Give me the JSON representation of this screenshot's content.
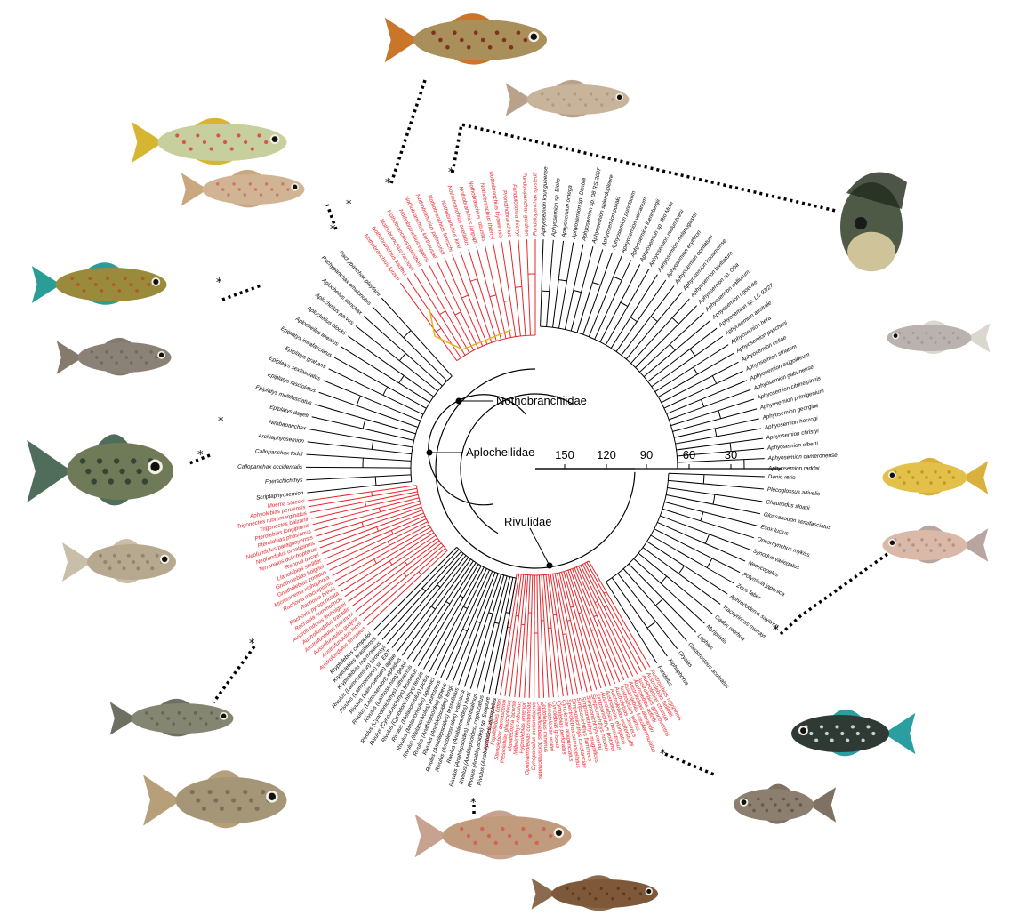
{
  "colors": {
    "annual": "#e8262b",
    "nonannual": "#000000",
    "intermediate": "#e8b20e",
    "leader": "#000000"
  },
  "scale": {
    "ticks": [
      "150",
      "120",
      "90",
      "60",
      "30"
    ]
  },
  "clades": {
    "nothobranchiidae": "Nothobranchiidae",
    "aplocheilidae": "Aplocheilidae",
    "rivulidae": "Rivulidae"
  },
  "outgroups": [
    "Danio rerio",
    "Plecoglossus altivelis",
    "Chauliodus sloani",
    "Glossanodon semifasciatus",
    "Esox lucius",
    "Oncorhynchus mykiss",
    "Synodus variegatus",
    "Neoscopelus",
    "Polymixia japonica",
    "Zeus faber",
    "Aphredoderus sayanus",
    "Trachyrincus murrayi",
    "Gadus morhua",
    "Myripristis",
    "Lophius",
    "Gasterosteus aculeatus",
    "Oryzias",
    "Xiphophorus",
    "Fundulus"
  ],
  "aphyosemion_taxa": [
    "Aphyosemion koungueense",
    "Aphyosemion sp. Bioko",
    "Aphyosemion omega",
    "Aphyosemion sp. Dimbia",
    "Aphyosemion sp. 08 RS-2007",
    "Aphyosemion splendopleure",
    "Aphyosemion poliaki",
    "Aphyosemion punctatum",
    "Aphyosemion volcanum",
    "Aphyosemion loennbergii",
    "Aphyosemion sp. Rio Muni",
    "Aphyosemion malumbresi",
    "Aphyosemion melanogaster",
    "Aphyosemion erythron",
    "Aphyosemion ocellatum",
    "Aphyosemion kouamense",
    "Aphyosemion bivittatum",
    "Aphyosemion sp. Oba",
    "Aphyosemion calliurum",
    "Aphyosemion ogoense",
    "Aphyosemion sp. LC 93/27",
    "Aphyosemion australe",
    "Aphyosemion hera",
    "Aphyosemion pascheni",
    "Aphyosemion celiae",
    "Aphyosemion striatum",
    "Aphyosemion exigoideum",
    "Aphyosemion gabunense",
    "Aphyosemion citrineipinnis",
    "Aphyosemion primigenium",
    "Aphyosemion georgiae",
    "Aphyosemion herzogi",
    "Aphyosemion christyi",
    "Aphyosemion elberti",
    "Aphyosemion cameronense",
    "Aphyosemion raddai"
  ],
  "nothobranchius_taxa": [
    "Nothobranchius furzeri",
    "Nothobranchius kadleci",
    "Nothobranchius rachovii",
    "Nothobranchius guentheri",
    "Nothobranchius eggersi",
    "Nothobranchius korthausae",
    "Nothobranchius palmqvisti",
    "Nothobranchius foerschi",
    "Nothobranchius kirki",
    "Nothobranchius ocellatus",
    "Nothobranchius janpapi",
    "Nothobranchius robustus",
    "Nothobranchius thierryi",
    "Nothobranchius kiyawensis",
    "Pronothobranchius",
    "Fundulosoma thierryi",
    "Fundulopanchax gardneri",
    "Fundulopanchax sjostedti"
  ],
  "aplocheilid_taxa": [
    "Scriptaphyosemion",
    "Foerschichthys",
    "Callopanchax occidentalis",
    "Callopanchax toddi",
    "Archiaphyosemion",
    "Nimbapanchax",
    "Epiplatys dageti",
    "Epiplatys multifasciatus",
    "Epiplatys fasciolatus",
    "Epiplatys sexfasciatus",
    "Epiplatys grahami",
    "Epiplatys infrafasciatus",
    "Aplocheilus lineatus",
    "Aplocheilus blockii",
    "Aplocheilus parvus",
    "Aplocheilus panchax",
    "Pachypanchax omalonotus",
    "Pachypanchax playfairii"
  ],
  "rivulid_annual_taxa": [
    "Austrofundulus limnaeus",
    "Austrofundulus leoni",
    "Austrofundulus guajira",
    "Austrofundulus rupununi",
    "Austrofundulus transilis",
    "Austrofundulus leohoignei",
    "Rachovia hummelincki",
    "Rachovia pyropunctata",
    "Rachovia brevis",
    "Rachovia maculipinnis",
    "Micromoema xiphophora",
    "Gnatholebias zonatus",
    "Gnatholebias hoignei",
    "Llanolebias stellifer",
    "Renova oscari",
    "Terranatos dolichopterus",
    "Neofundulus ornatipinnis",
    "Neofundulus paraguayensis",
    "Pterolebias phasianus",
    "Pterolebias longipinnis",
    "Trigonectes balzanii",
    "Trigonectes rubromarginatus",
    "Aphyolebias peruensis",
    "Moema staecki"
  ],
  "rivulus_taxa": [
    "Rivulus (Anablepsoides) deltaphilus",
    "Rivulus (Anablepsoides) sp. Suapure",
    "Rivulus (Anablepsoides) cryptocallus",
    "Rivulus (Anablepsoides) urophthalmus",
    "Rivulus (Anablepsoides) hartii",
    "Rivulus (Anablepsoides) waimacui",
    "Rivulus (Anablepsoides) tessellatus",
    "Rivulus (Anablepsoides) lungi",
    "Rivulus (Anablepsoides) igneus",
    "Rivulus (Melanorivulus) punctatus",
    "Rivulus (Melanorivulus) apiamici",
    "Rivulus (Melanorivulus) pictus",
    "Rivulus (Cynodonichthys) tenuis",
    "Rivulus (Cynodonichthys) brunneus",
    "Rivulus (Cynodonichthys) isthmensis",
    "Rivulus (Laimosemion) geayi",
    "Rivulus (Laimosemion) xiphidius",
    "Rivulus (Laimosemion) agilae",
    "Rivulus (Laimosemion) sp. EDT",
    "Rivulus (Laimosemion) kirovskyi",
    "Kryptolebias marmoratus",
    "Kryptolebias brasiliensis",
    "Kryptolebias campelloi"
  ],
  "cynolebiatine_taxa": [
    "Austrolebias nigripinnis",
    "Austrolebias bellottii",
    "Austrolebias charrua",
    "Austrolebias gymnoventris",
    "Austrolebias adloffi",
    "Austrolebias alexandri",
    "Austrolebias luteoflammulatus",
    "Austrolebias viarius",
    "Austrolebias cinereus",
    "Austrolebias wolterstorffi",
    "Austrolebias elongatus",
    "Austrolebias monstrosus",
    "Simpsonichthys boitonei",
    "Simpsonichthys notatus",
    "Simpsonichthys costai",
    "Simpsonichthys magnificus",
    "Simpsonichthys flammeus",
    "Simpsonichthys constanciae",
    "Spectrolebias semiocellatus",
    "Cynolebias albipunctatus",
    "Cynolebias perforatus",
    "Cynolebias griseus",
    "Nematolebias whitei",
    "Leptolebias minimus",
    "Campellolebias dorsimaculatus",
    "Cynopoecilus melanotaenia",
    "Ophthalmolebias constanciae",
    "Hypsolebias antenori",
    "Millerichthys robustus",
    "Maratecoara lacortei",
    "Plesiolebias glaucopterus",
    "Stenolebias damascenoi",
    "Papiliolebias bitteri",
    "Notholebias minimus"
  ]
}
